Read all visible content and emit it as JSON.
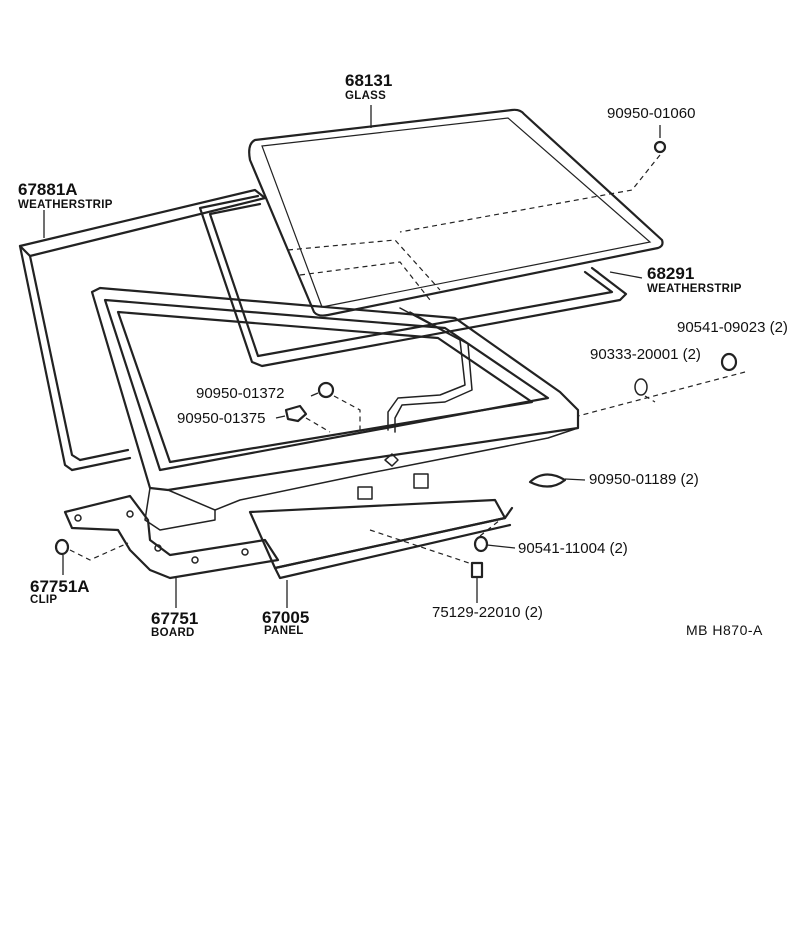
{
  "parts": {
    "glass": {
      "number": "68131",
      "name": "GLASS"
    },
    "weatherstrip_inner": {
      "number": "68291",
      "name": "WEATHERSTRIP"
    },
    "weatherstrip_outer": {
      "number": "67881A",
      "name": "WEATHERSTRIP"
    },
    "clip": {
      "number": "67751A",
      "name": "CLIP"
    },
    "board": {
      "number": "67751",
      "name": "BOARD"
    },
    "panel": {
      "number": "67005",
      "name": "PANEL"
    },
    "fastener_top": "90950-01060",
    "fastener_90541_09023": "90541-09023 (2)",
    "fastener_90333_20001": "90333-20001 (2)",
    "fastener_90950_01372": "90950-01372",
    "fastener_90950_01375": "90950-01375",
    "fastener_90950_01189": "90950-01189 (2)",
    "fastener_90541_11004": "90541-11004 (2)",
    "fastener_75129_22010": "75129-22010 (2)"
  },
  "figure_code": "MB  H870-A"
}
